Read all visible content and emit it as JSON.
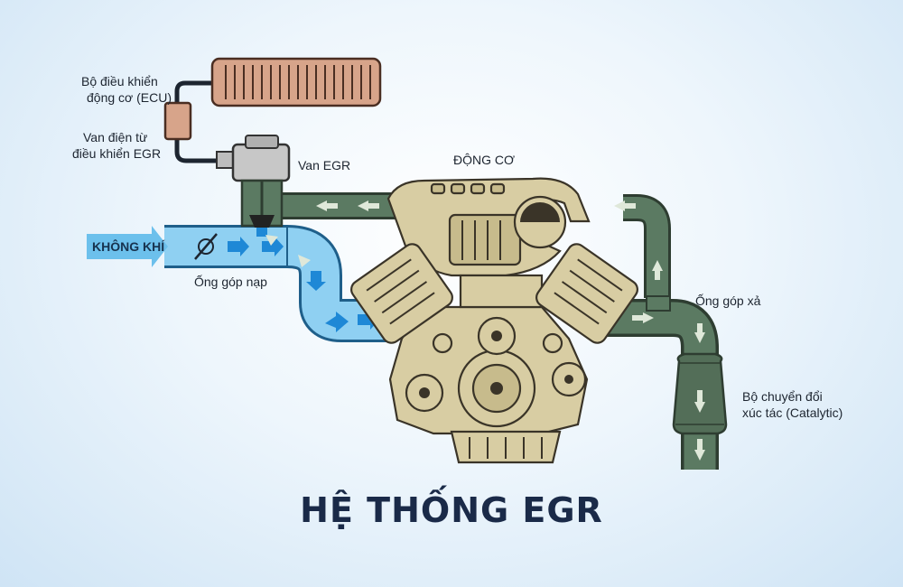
{
  "title": "HỆ THỐNG EGR",
  "labels": {
    "ecu_line1": "Bộ điều khiển",
    "ecu_line2": "động cơ (ECU)",
    "solenoid_line1": "Van điện từ",
    "solenoid_line2": "điều khiển EGR",
    "egr_valve": "Van EGR",
    "engine": "ĐỘNG CƠ",
    "air": "KHÔNG KHÍ",
    "intake": "Ống góp nạp",
    "exhaust": "Ống góp xả",
    "catalytic_line1": "Bộ chuyển đổi",
    "catalytic_line2": "xúc tác (Catalytic)"
  },
  "colors": {
    "intake_pipe": "#8fd0f2",
    "egr_pipe": "#5b7a62",
    "engine_body": "#d8cda3",
    "ecu": "#d7a48a",
    "arrow_intake": "#1e88d6",
    "title": "#1a2a48"
  },
  "icons": [
    "throttle-valve-icon",
    "flow-arrow-icon"
  ]
}
